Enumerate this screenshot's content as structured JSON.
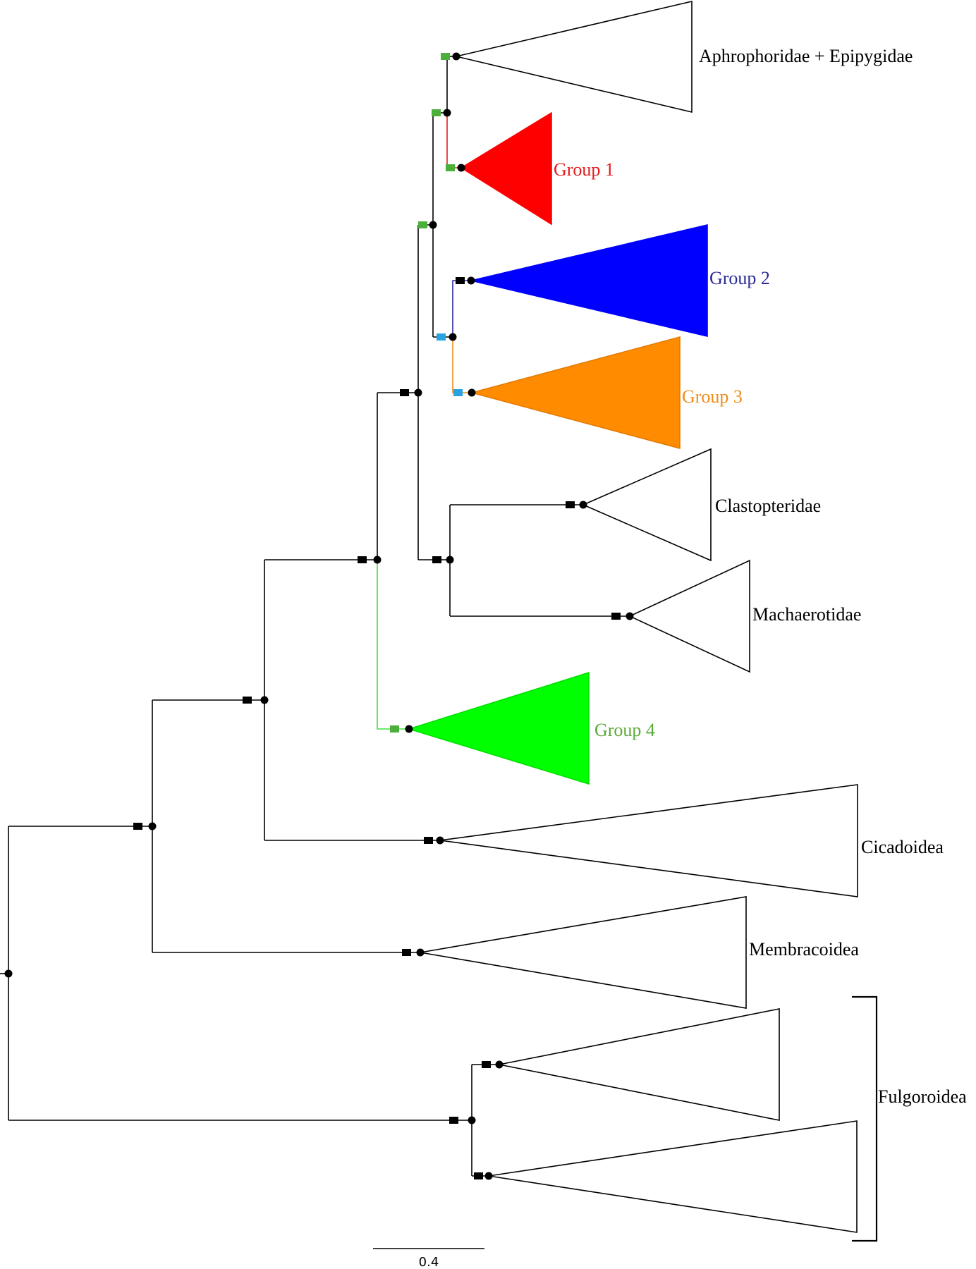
{
  "tree": {
    "clades": {
      "aphrophoridae": "Aphrophoridae + Epipygidae",
      "group1": "Group 1",
      "group2": "Group 2",
      "group3": "Group 3",
      "clastopteridae": "Clastopteridae",
      "machaerotidae": "Machaerotidae",
      "group4": "Group 4",
      "cicadoidea": "Cicadoidea",
      "membracoidea": "Membracoidea",
      "fulgoroidea": "Fulgoroidea"
    },
    "scale_bar_label": "0.4",
    "colors": {
      "group1": "#ff0000",
      "group1_label": "#e31a1c",
      "group2": "#0000ff",
      "group2_label": "#2a2a9a",
      "group3": "#ff8c00",
      "group3_label": "#f08c1a",
      "group4": "#00ff00",
      "group4_label": "#5aaa3a",
      "marker_green": "#4caf3c",
      "marker_cyan": "#29a3e0",
      "marker_black": "#000000"
    }
  }
}
